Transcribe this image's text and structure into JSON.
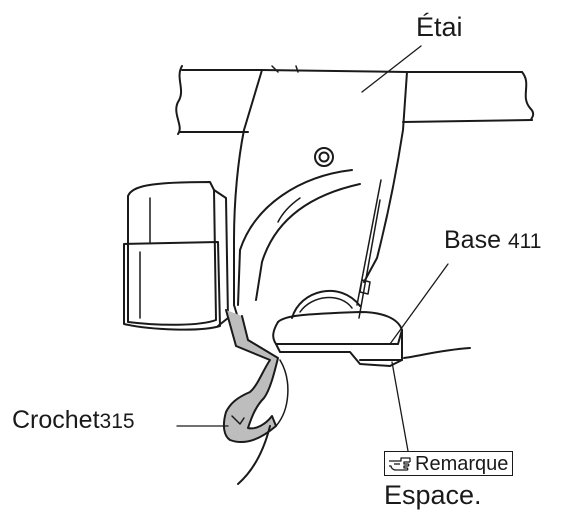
{
  "labels": {
    "etai": "Étai",
    "base_name": "Base",
    "base_number": "411",
    "crochet_name": "Crochet",
    "crochet_number": "315",
    "note": "Remarque",
    "note_detail": "Espace."
  },
  "note_icon": "pointing-hand-icon",
  "colors": {
    "line": "#1a1a1a",
    "hook_fill": "#bdbdbd"
  }
}
